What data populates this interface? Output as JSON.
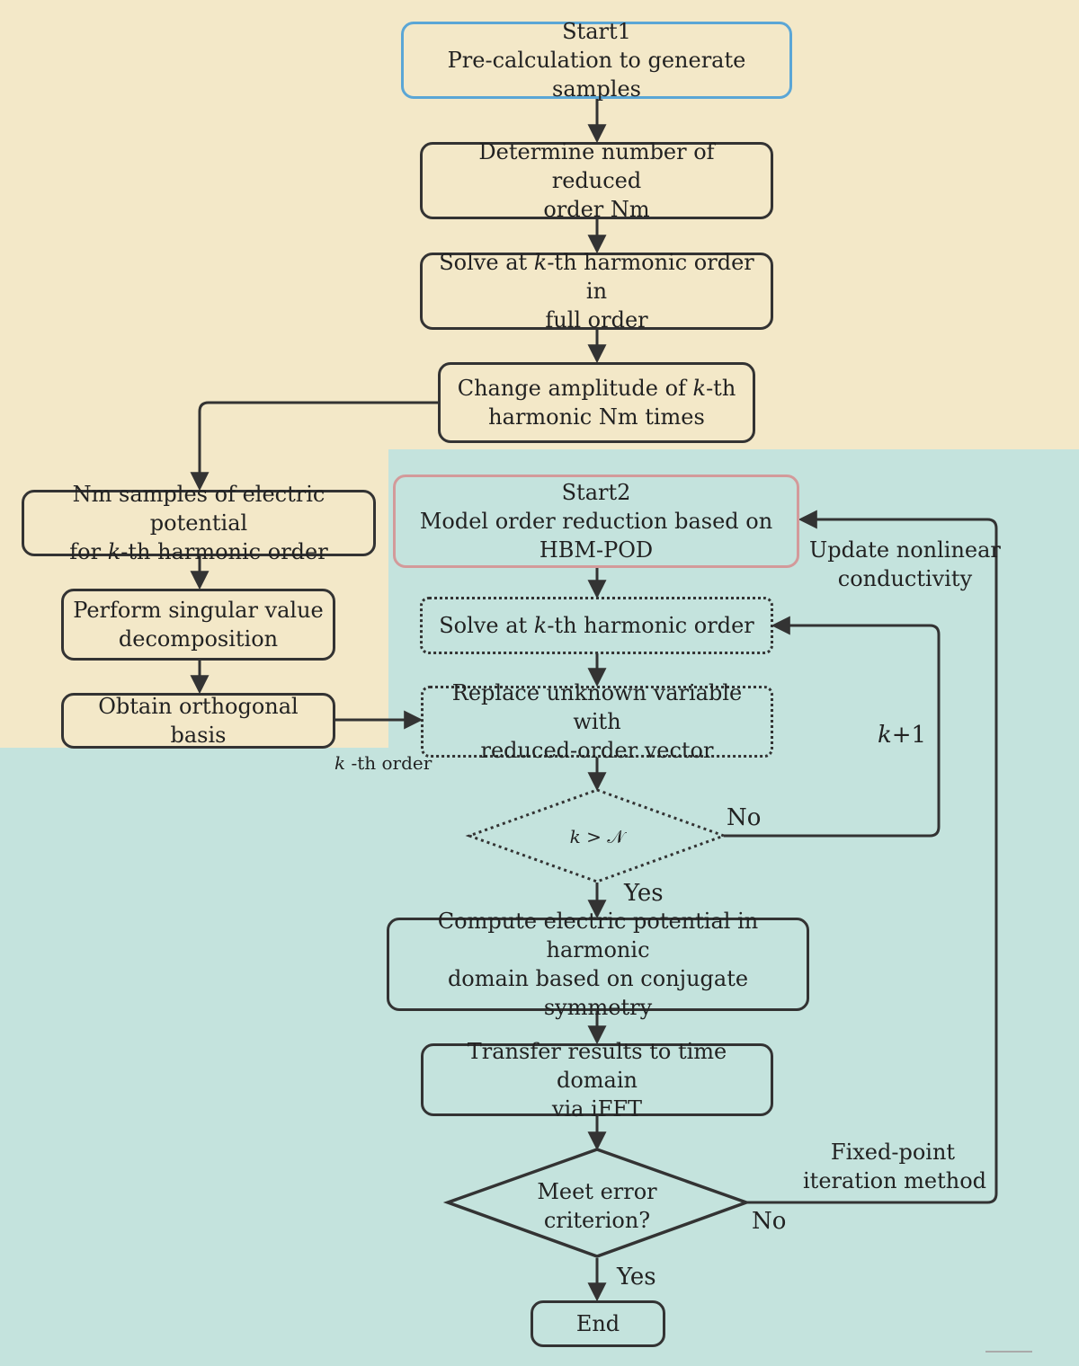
{
  "start1": {
    "line1": "Start1",
    "line2": "Pre-calculation to generate samples"
  },
  "reduced_order": {
    "line1": "Determine number of reduced",
    "line2": "order Nm"
  },
  "solve_full": {
    "line1": "Solve at 𝑘-th harmonic order in",
    "line2": "full order"
  },
  "change_amp": {
    "line1": "Change amplitude of 𝑘-th",
    "line2": "harmonic Nm times"
  },
  "nm_samples": {
    "line1": "Nm samples of electric potential",
    "line2": "for 𝑘-th harmonic order"
  },
  "svd": {
    "line1": "Perform singular value",
    "line2": "decomposition"
  },
  "basis": {
    "line1": "Obtain orthogonal basis"
  },
  "start2": {
    "line1": "Start2",
    "line2": "Model order reduction based on",
    "line3": "HBM-POD"
  },
  "solve_k": {
    "line1": "Solve at 𝑘-th harmonic order"
  },
  "replace": {
    "line1": "Replace unknown variable with",
    "line2": "reduced-order vector"
  },
  "kth_order": "𝑘 -th order",
  "k_plus_1": "𝑘+1",
  "update": {
    "line1": "Update nonlinear",
    "line2": "conductivity"
  },
  "decision_k": {
    "text": "𝑘 > 𝒩",
    "no": "No",
    "yes": "Yes"
  },
  "compute": {
    "line1": "Compute electric potential in harmonic",
    "line2": "domain based on conjugate symmetry"
  },
  "transfer": {
    "line1": "Transfer results to time domain",
    "line2": "via iFFT"
  },
  "fixed_point": {
    "line1": "Fixed-point",
    "line2": "iteration method"
  },
  "decision_err": {
    "line1": "Meet error",
    "line2": "criterion?",
    "no": "No",
    "yes": "Yes"
  },
  "end": "End",
  "colors": {
    "top_bg": "#f3e8c8",
    "bottom_bg": "#c4e3dd",
    "start1_border": "#5aa6d6",
    "start2_border": "#d39a9a"
  }
}
